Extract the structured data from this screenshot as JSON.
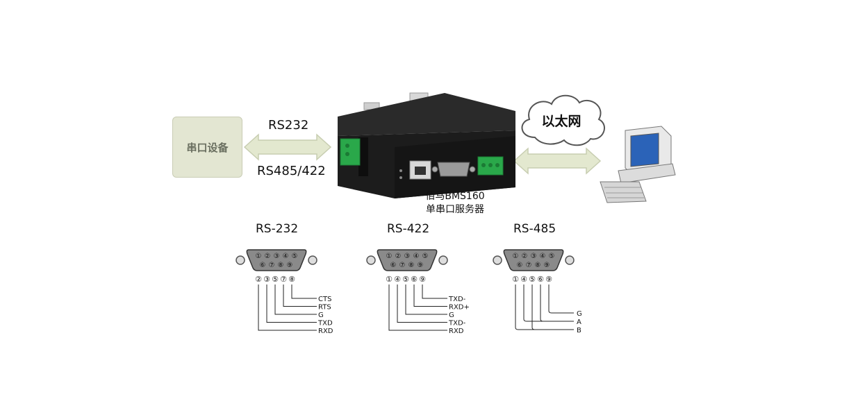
{
  "serial_device": {
    "label": "串口设备"
  },
  "link_left": {
    "top_label": "RS232",
    "bottom_label": "RS485/422"
  },
  "cloud": {
    "label": "以太网"
  },
  "device": {
    "name_line1": "佰马BMS160",
    "name_line2": "单串口服务器"
  },
  "connectors": [
    {
      "title": "RS-232",
      "top_row": [
        "①",
        "②",
        "③",
        "④",
        "⑤"
      ],
      "bottom_row": [
        "⑥",
        "⑦",
        "⑧",
        "⑨"
      ],
      "pins_used": [
        "②",
        "③",
        "⑤",
        "⑦",
        "⑧"
      ],
      "signals": [
        "CTS",
        "RTS",
        "G",
        "TXD",
        "RXD"
      ]
    },
    {
      "title": "RS-422",
      "top_row": [
        "①",
        "②",
        "③",
        "④",
        "⑤"
      ],
      "bottom_row": [
        "⑥",
        "⑦",
        "⑧",
        "⑨"
      ],
      "pins_used": [
        "①",
        "④",
        "⑤",
        "⑥",
        "⑨"
      ],
      "signals": [
        "TXD-",
        "RXD+",
        "G",
        "TXD-",
        "RXD"
      ]
    },
    {
      "title": "RS-485",
      "top_row": [
        "①",
        "②",
        "③",
        "④",
        "⑤"
      ],
      "bottom_row": [
        "⑥",
        "⑦",
        "⑧",
        "⑨"
      ],
      "pins_used": [
        "①",
        "④",
        "⑤",
        "⑥",
        "⑨"
      ],
      "signals": [
        "G",
        "A",
        "B"
      ]
    }
  ],
  "colors": {
    "arrow_fill": "#e3e8cf",
    "arrow_stroke": "#c7cdb0",
    "device_body": "#1e1e1e",
    "terminal_green": "#2aa84a",
    "db9_gray": "#8a8a8a"
  }
}
